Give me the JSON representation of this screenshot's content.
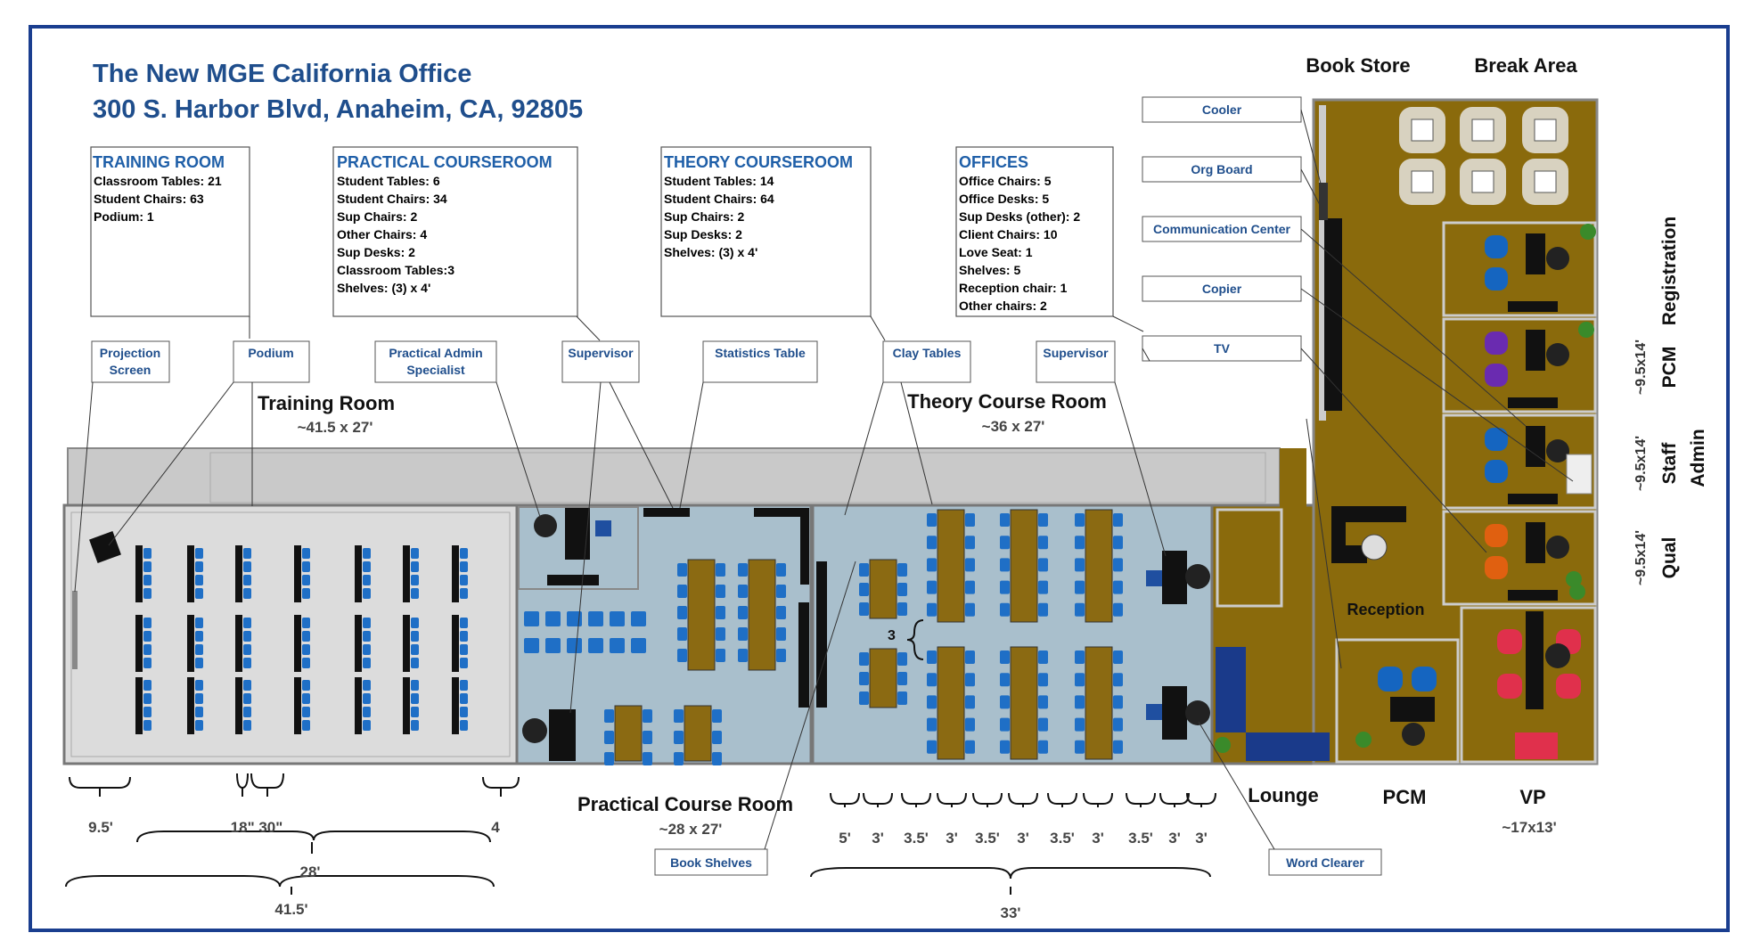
{
  "title": {
    "line1": "The New MGE California Office",
    "line2": "300 S. Harbor Blvd, Anaheim, CA, 92805"
  },
  "info_boxes": {
    "training": {
      "title": "TRAINING ROOM",
      "lines": [
        "Classroom Tables: 21",
        "Student Chairs: 63",
        "Podium: 1"
      ]
    },
    "practical": {
      "title": "PRACTICAL COURSEROOM",
      "lines": [
        "Student Tables: 6",
        "Student Chairs: 34",
        "Sup Chairs: 2",
        "Other Chairs: 4",
        "Sup Desks: 2",
        "Classroom Tables:3",
        "Shelves: (3) x 4'"
      ]
    },
    "theory": {
      "title": "THEORY COURSEROOM",
      "lines": [
        "Student Tables: 14",
        "Student Chairs: 64",
        "Sup Chairs: 2",
        "Sup Desks: 2",
        "Shelves: (3) x 4'"
      ]
    },
    "offices": {
      "title": "OFFICES",
      "lines": [
        "Office Chairs: 5",
        "Office Desks: 5",
        "Sup Desks (other): 2",
        "Client Chairs: 10",
        "Love Seat: 1",
        "Shelves: 5",
        "Reception chair: 1",
        "Other chairs: 2"
      ]
    }
  },
  "callouts": {
    "projection": [
      "Projection",
      "Screen"
    ],
    "podium": "Podium",
    "admin": [
      "Practical Admin",
      "Specialist"
    ],
    "supervisor1": "Supervisor",
    "stats": "Statistics Table",
    "clay": "Clay Tables",
    "supervisor2": "Supervisor",
    "cooler": "Cooler",
    "org": "Org Board",
    "comm": "Communication Center",
    "copier": "Copier",
    "tv": "TV",
    "shelves": "Book Shelves",
    "word": "Word Clearer"
  },
  "rooms": {
    "training": {
      "name": "Training Room",
      "size": "~41.5 x 27'"
    },
    "theory": {
      "name": "Theory Course Room",
      "size": "~36 x 27'"
    },
    "practical": {
      "name": "Practical Course Room",
      "size": "~28 x 27'"
    },
    "bookstore": "Book Store",
    "break": "Break Area",
    "reception": "Reception",
    "lounge": "Lounge",
    "pcm_bottom": "PCM",
    "vp": {
      "name": "VP",
      "size": "~17x13'"
    },
    "registration": "Registration",
    "pcm_side": {
      "name": "PCM",
      "size": "~9.5x14'"
    },
    "staff": {
      "line1": "Staff",
      "line2": "Admin",
      "size": "~9.5x14'"
    },
    "qual": {
      "name": "Qual",
      "size": "~9.5x14'"
    }
  },
  "dimensions": {
    "d95": "9.5'",
    "d18_30": "18\" 30\"",
    "d4": "4",
    "d28": "28'",
    "d415": "41.5'",
    "d3_group": "3",
    "theory_segments": [
      "5'",
      "3'",
      "3.5'",
      "3'",
      "3.5'",
      "3'",
      "3.5'",
      "3'",
      "3.5'",
      "3'",
      "3'"
    ],
    "d33": "33'"
  },
  "colors": {
    "frame": "#1a3e8f",
    "title": "#1f4e8c",
    "training_floor": "#dcdcdc",
    "course_floor": "#a9bfcc",
    "office_floor": "#8a6a0c",
    "hall": "#c9c9c9",
    "chair_blue": "#1f6fc6",
    "table_brown": "#8b6a12"
  }
}
